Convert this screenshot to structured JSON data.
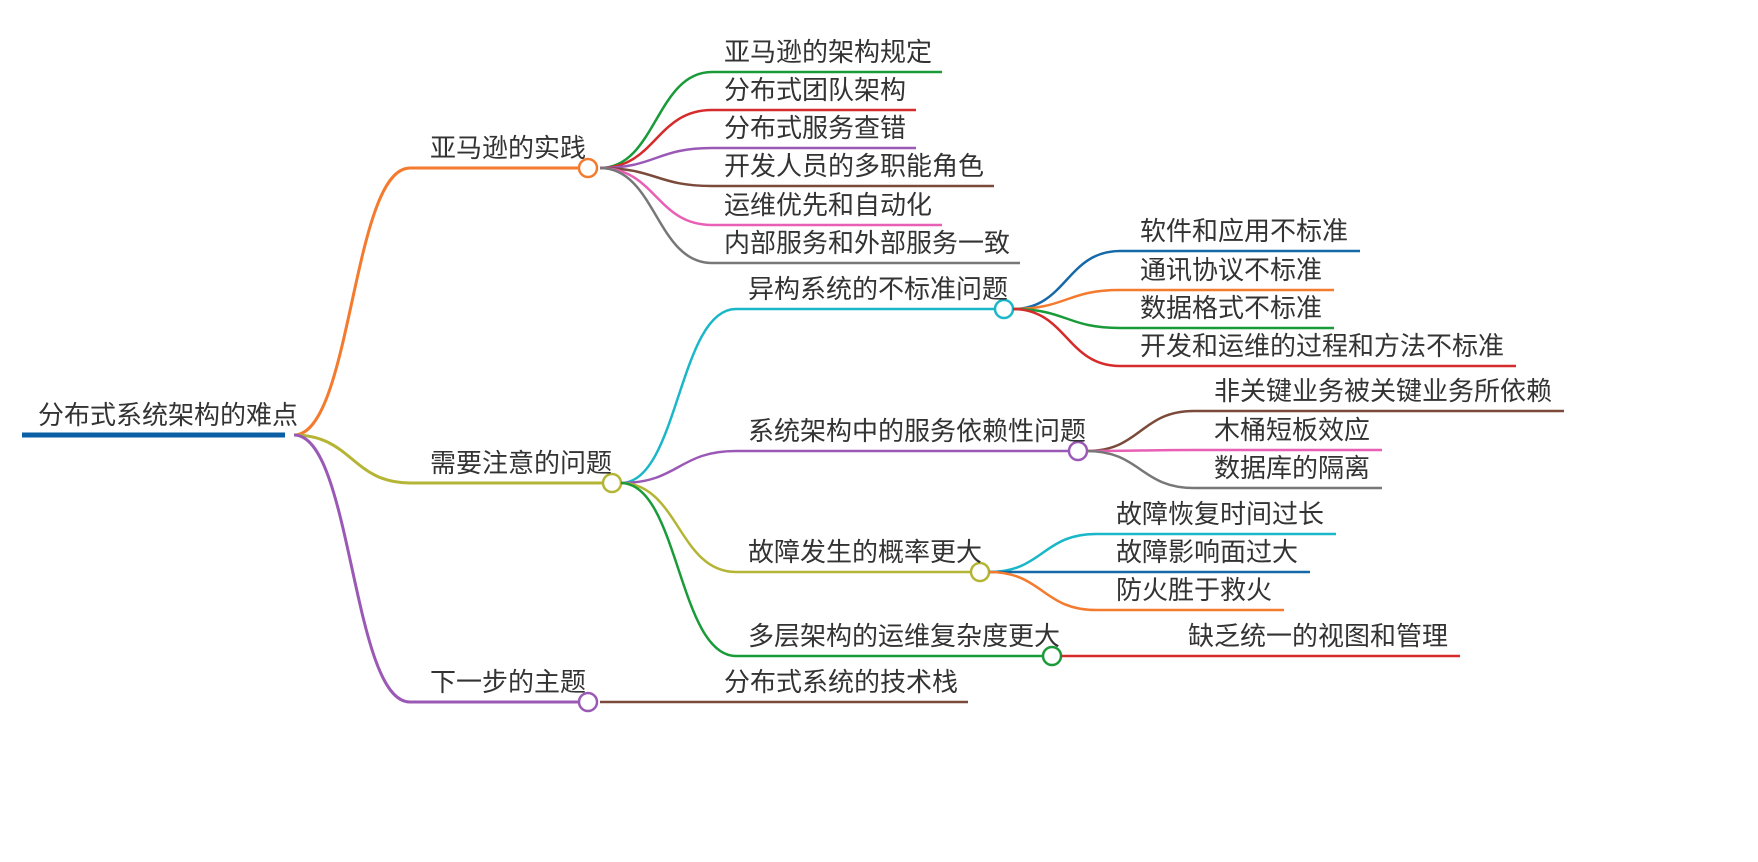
{
  "root": {
    "label": "分布式系统架构的难点",
    "color": "#0b5fa5"
  },
  "branches": [
    {
      "label": "亚马逊的实践",
      "color": "#f47a2d",
      "children": [
        {
          "label": "亚马逊的架构规定",
          "color": "#1a9b3a"
        },
        {
          "label": "分布式团队架构",
          "color": "#d62b2b"
        },
        {
          "label": "分布式服务查错",
          "color": "#9b59b6"
        },
        {
          "label": "开发人员的多职能角色",
          "color": "#7b4a3a"
        },
        {
          "label": "运维优先和自动化",
          "color": "#e85fb6"
        },
        {
          "label": "内部服务和外部服务一致",
          "color": "#777777"
        }
      ]
    },
    {
      "label": "需要注意的问题",
      "color": "#b5b535",
      "children": [
        {
          "label": "异构系统的不标准问题",
          "color": "#1ab7c9",
          "children": [
            {
              "label": "软件和应用不标准",
              "color": "#1669a8"
            },
            {
              "label": "通讯协议不标准",
              "color": "#f47a2d"
            },
            {
              "label": "数据格式不标准",
              "color": "#1a9b3a"
            },
            {
              "label": "开发和运维的过程和方法不标准",
              "color": "#d62b2b"
            }
          ]
        },
        {
          "label": "系统架构中的服务依赖性问题",
          "color": "#9b59b6",
          "children": [
            {
              "label": "非关键业务被关键业务所依赖",
              "color": "#7b4a3a"
            },
            {
              "label": "木桶短板效应",
              "color": "#e85fb6"
            },
            {
              "label": "数据库的隔离",
              "color": "#777777"
            }
          ]
        },
        {
          "label": "故障发生的概率更大",
          "color": "#b5b535",
          "children": [
            {
              "label": "故障恢复时间过长",
              "color": "#1ab7c9"
            },
            {
              "label": "故障影响面过大",
              "color": "#1669a8"
            },
            {
              "label": "防火胜于救火",
              "color": "#f47a2d"
            }
          ]
        },
        {
          "label": "多层架构的运维复杂度更大",
          "color": "#1a9b3a",
          "children": [
            {
              "label": "缺乏统一的视图和管理",
              "color": "#d62b2b"
            }
          ]
        }
      ]
    },
    {
      "label": "下一步的主题",
      "color": "#9b59b6",
      "children": [
        {
          "label": "分布式系统的技术栈",
          "color": "#7b4a3a"
        }
      ]
    }
  ]
}
